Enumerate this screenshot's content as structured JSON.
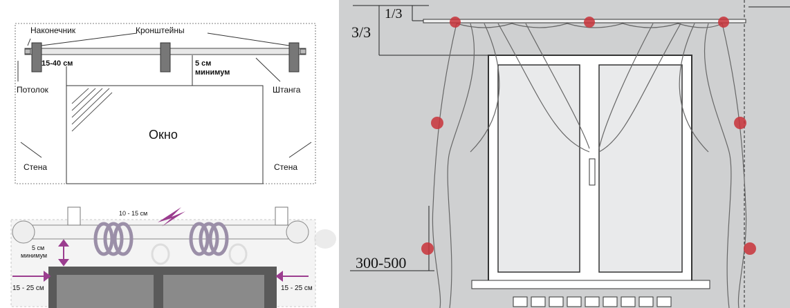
{
  "top_diagram": {
    "labels": {
      "finial": "Наконечник",
      "brackets": "Кронштейны",
      "distance_top": "15-40 см",
      "min_line1": "5 см",
      "min_line2": "минимум",
      "ceiling": "Потолок",
      "rod": "Штанга",
      "window": "Окно",
      "wall_left": "Стена",
      "wall_right": "Стена"
    }
  },
  "bottom_diagram": {
    "labels": {
      "ring_gap": "10 - 15 см",
      "min_line1": "5 см",
      "min_line2": "минимум",
      "side_left": "15 - 25 см",
      "side_right": "15 - 25 см"
    },
    "accent_color": "#9b3d8f"
  },
  "right_diagram": {
    "labels": {
      "one_third": "1/3",
      "three_thirds": "3/3",
      "height_range": "300-500"
    },
    "marker_color": "#c8323a"
  }
}
